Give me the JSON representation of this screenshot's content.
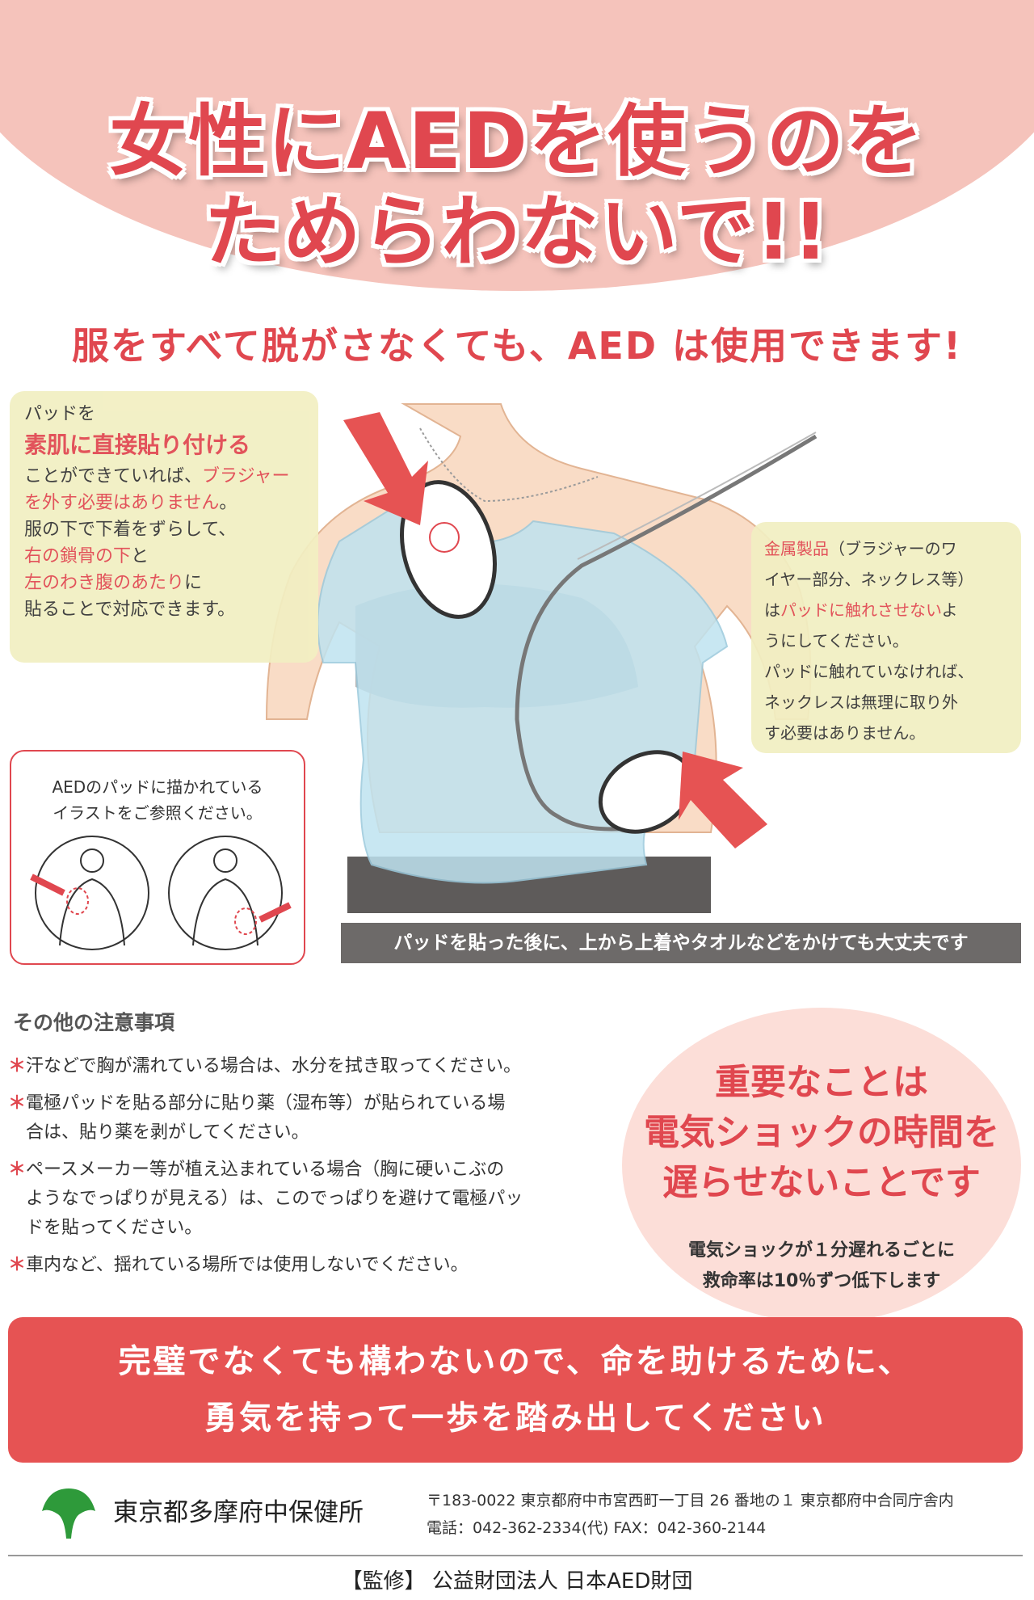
{
  "header": {
    "title_line1": "女性にAEDを使うのを",
    "title_line2": "ためらわないで!!",
    "subtitle": "服をすべて脱がさなくても、AED は使用できます!"
  },
  "left_box": {
    "line1": "パッドを",
    "line2": "素肌に直接貼り付ける",
    "line3a": "ことができていれば、",
    "line3b": "ブラジャー",
    "line4a": "を外す必要はありません",
    "line4b": "。",
    "line5": "服の下で下着をずらして、",
    "line6a": "右の鎖骨の下",
    "line6b": "と",
    "line7a": "左のわき腹のあたり",
    "line7b": "に",
    "line8": "貼ることで対応できます。"
  },
  "right_box": {
    "line1a": "金属製品",
    "line1b": "（ブラジャーのワ",
    "line2": "イヤー部分、ネックレス等）",
    "line3a": "は",
    "line3b": "パッドに触れさせない",
    "line3c": "よ",
    "line4": "うにしてください。",
    "line5": "パッドに触れていなければ、",
    "line6": "ネックレスは無理に取り外",
    "line7": "す必要はありません。"
  },
  "tip_box": {
    "line1": "AEDのパッドに描かれている",
    "line2": "イラストをご参照ください。"
  },
  "banner": "パッドを貼った後に、上から上着やタオルなどをかけても大丈夫です",
  "notes": {
    "title": "その他の注意事項",
    "marker": "＊",
    "items": [
      [
        "汗などで胸が濡れている場合は、水分を拭き取ってください。"
      ],
      [
        "電極パッドを貼る部分に貼り薬（湿布等）が貼られている場",
        "合は、貼り薬を剥がしてください。"
      ],
      [
        "ペースメーカー等が植え込まれている場合（胸に硬いこぶの",
        "ようなでっぱりが見える）は、このでっぱりを避けて電極パッ",
        "ドを貼ってください。"
      ],
      [
        "車内など、揺れている場所では使用しないでください。"
      ]
    ]
  },
  "circle": {
    "line1": "重要なことは",
    "line2": "電気ショックの時間を",
    "line3": "遅らせないことです",
    "sub1": "電気ショックが１分遅れるごとに",
    "sub2": "救命率は10％ずつ低下します"
  },
  "cta": {
    "line1": "完璧でなくても構わないので、命を助けるために、",
    "line2": "勇気を持って一歩を踏み出してください"
  },
  "footer": {
    "org": "東京都多摩府中保健所",
    "address": "〒183-0022  東京都府中市宮西町一丁目 26 番地の１  東京都府中合同庁舎内",
    "contact": "電話：042-362-2334(代)    FAX：042-360-2144",
    "supervision": "【監修】 公益財団法人  日本AED財団"
  },
  "colors": {
    "accent": "#e0474f",
    "hero_bg": "#f5c3bb",
    "note_bg": "#f2efc2",
    "cta_bg": "#e65353",
    "banner_bg": "#6d6a69",
    "logo": "#2e9a3a"
  }
}
